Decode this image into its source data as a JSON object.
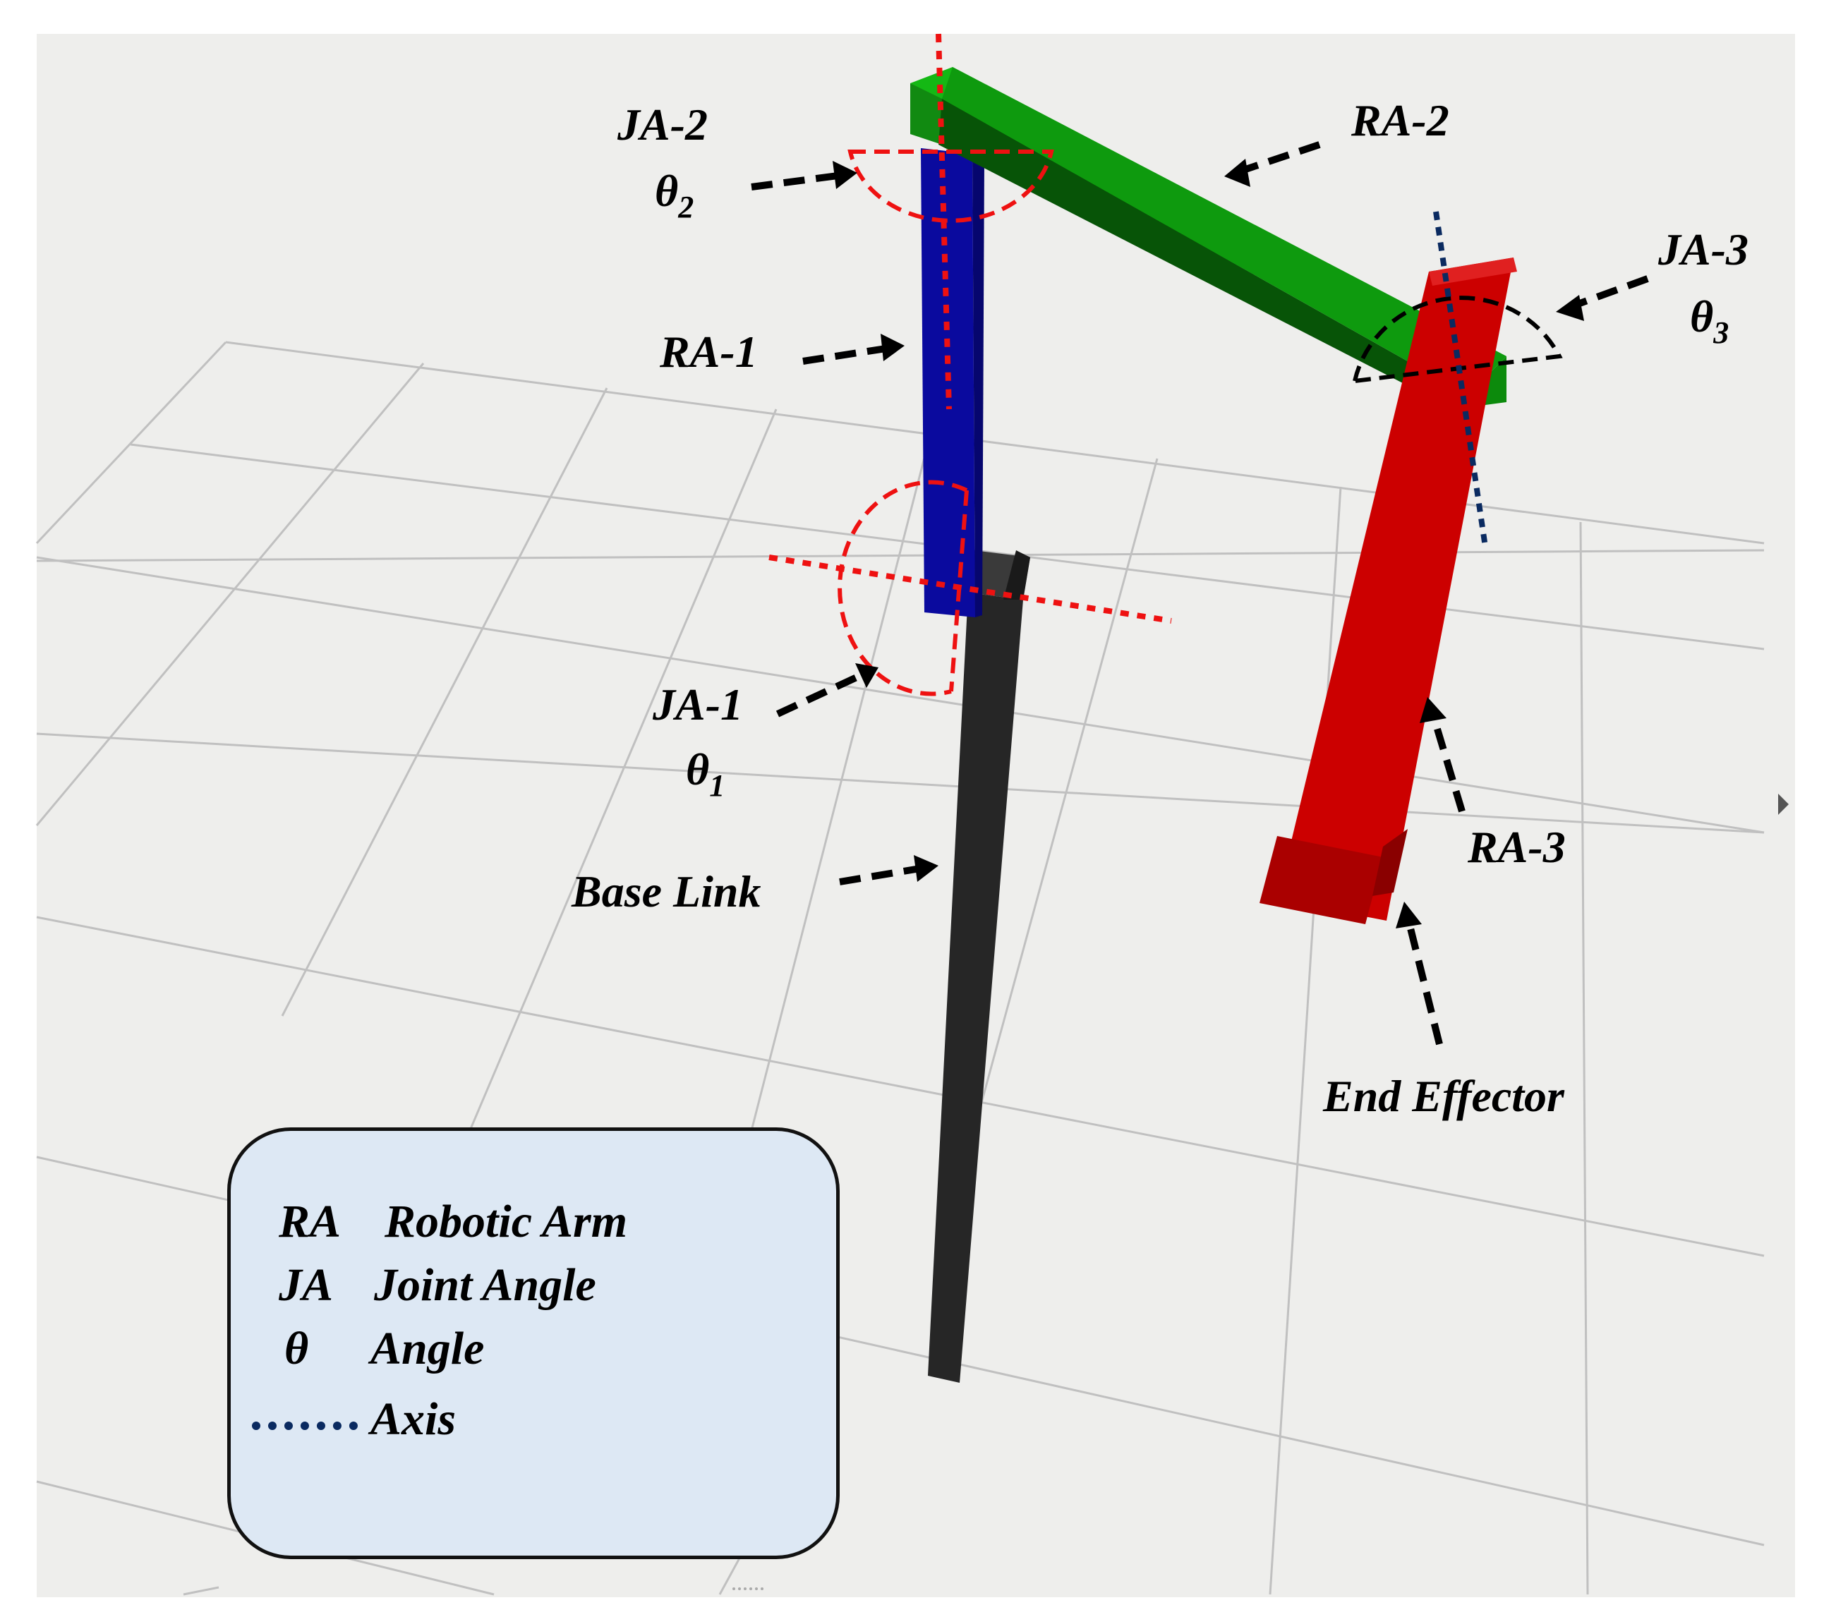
{
  "labels": {
    "ja2": "JA-2",
    "theta2": "θ",
    "theta2_sub": "2",
    "ra2": "RA-2",
    "ja3": "JA-3",
    "theta3": "θ",
    "theta3_sub": "3",
    "ra1": "RA-1",
    "ja1": "JA-1",
    "theta1": "θ",
    "theta1_sub": "1",
    "base_link": "Base Link",
    "ra3": "RA-3",
    "end_effector": "End Effector"
  },
  "legend": {
    "rows": [
      {
        "abbr": "RA",
        "text": "Robotic Arm"
      },
      {
        "abbr": "JA",
        "text": "Joint Angle"
      },
      {
        "abbr": "θ",
        "text": "Angle"
      },
      {
        "abbr": "",
        "text": "Axis"
      }
    ]
  },
  "colors": {
    "background": "#eeeeec",
    "grid": "#bdbdbd",
    "base_link": "#2a2a2a",
    "arm1": "#0a0a9c",
    "arm2": "#0f9a0f",
    "arm3": "#cc0000",
    "joint_marker_red": "#ee1111",
    "joint_marker_black": "#000000",
    "axis_blue": "#0a2a60"
  }
}
